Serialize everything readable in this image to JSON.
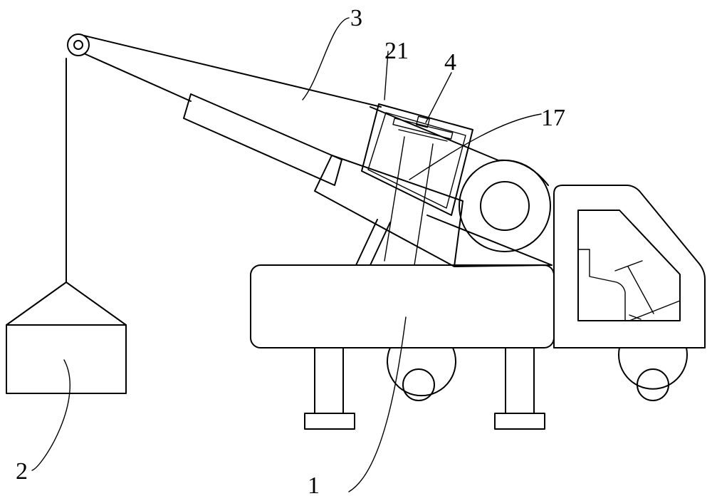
{
  "labels": {
    "body": "1",
    "load": "2",
    "boom": "3",
    "clamp": "4",
    "bracket": "17",
    "frame": "21"
  },
  "colors": {
    "stroke": "#000000",
    "background": "#ffffff"
  }
}
